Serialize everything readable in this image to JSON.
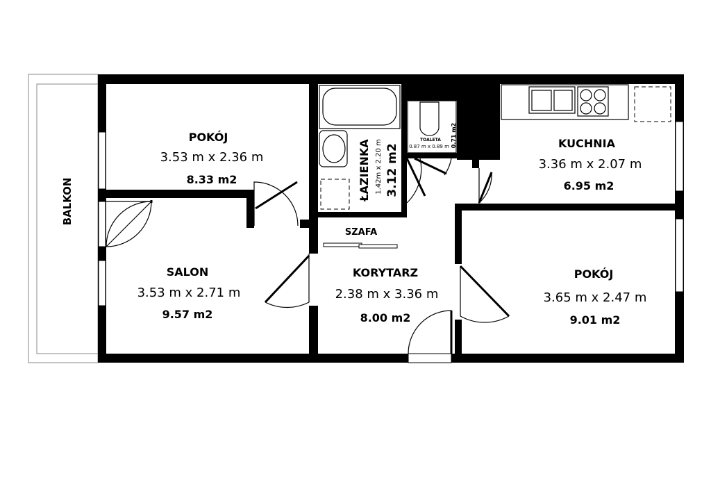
{
  "rooms": {
    "balkon": {
      "name": "BALKON"
    },
    "pokoj1": {
      "name": "POKÓJ",
      "dims": "3.53 m x 2.36 m",
      "area": "8.33 m2"
    },
    "salon": {
      "name": "SALON",
      "dims": "3.53 m x 2.71 m",
      "area": "9.57 m2"
    },
    "lazienka": {
      "name": "ŁAZIENKA",
      "dims": "1.42m x 2.20 m",
      "area": "3.12 m2"
    },
    "toaleta": {
      "name": "TOALETA",
      "dims": "0.87 m x 0.89 m",
      "area": "0.71 m2"
    },
    "szafa": {
      "name": "SZAFA"
    },
    "korytarz": {
      "name": "KORYTARZ",
      "dims": "2.38 m x 3.36 m",
      "area": "8.00 m2"
    },
    "kuchnia": {
      "name": "KUCHNIA",
      "dims": "3.36 m x 2.07 m",
      "area": "6.95 m2"
    },
    "pokoj2": {
      "name": "POKÓJ",
      "dims": "3.65 m x 2.47 m",
      "area": "9.01 m2"
    }
  },
  "colors": {
    "wall": "#000000",
    "background": "#ffffff"
  }
}
